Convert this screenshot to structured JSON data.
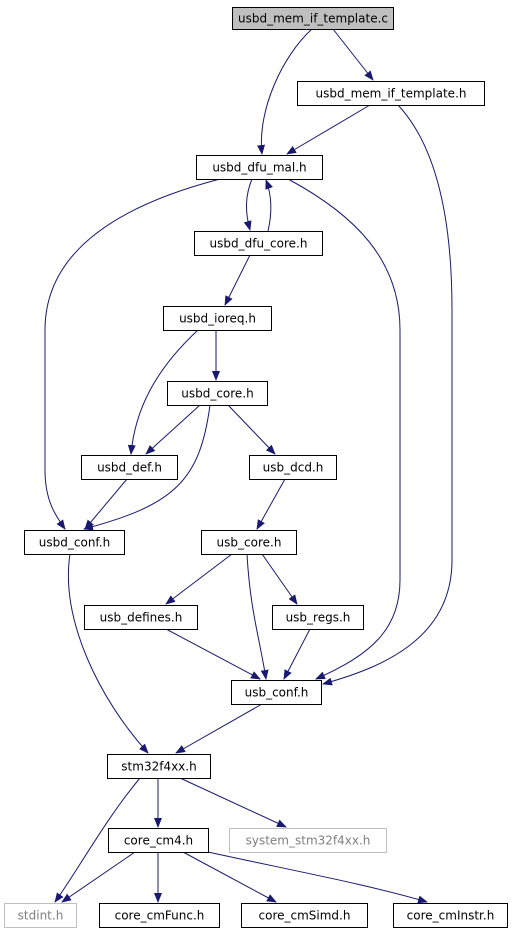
{
  "colors": {
    "edge": "#191970",
    "border": "#000000",
    "border_missing": "#bfbfbf",
    "text": "#000000",
    "text_missing": "#808080",
    "root_fill": "#bfbfbf",
    "fill": "#ffffff"
  },
  "nodes": [
    {
      "id": "usbd_mem_if_template_c",
      "label": "usbd_mem_if_template.c",
      "style": "root"
    },
    {
      "id": "usbd_mem_if_template_h",
      "label": "usbd_mem_if_template.h",
      "style": "normal"
    },
    {
      "id": "usbd_dfu_mal_h",
      "label": "usbd_dfu_mal.h",
      "style": "normal"
    },
    {
      "id": "usbd_dfu_core_h",
      "label": "usbd_dfu_core.h",
      "style": "normal"
    },
    {
      "id": "usbd_ioreq_h",
      "label": "usbd_ioreq.h",
      "style": "normal"
    },
    {
      "id": "usbd_core_h",
      "label": "usbd_core.h",
      "style": "normal"
    },
    {
      "id": "usbd_def_h",
      "label": "usbd_def.h",
      "style": "normal"
    },
    {
      "id": "usb_dcd_h",
      "label": "usb_dcd.h",
      "style": "normal"
    },
    {
      "id": "usbd_conf_h",
      "label": "usbd_conf.h",
      "style": "normal"
    },
    {
      "id": "usb_core_h",
      "label": "usb_core.h",
      "style": "normal"
    },
    {
      "id": "usb_defines_h",
      "label": "usb_defines.h",
      "style": "normal"
    },
    {
      "id": "usb_regs_h",
      "label": "usb_regs.h",
      "style": "normal"
    },
    {
      "id": "usb_conf_h",
      "label": "usb_conf.h",
      "style": "normal"
    },
    {
      "id": "stm32f4xx_h",
      "label": "stm32f4xx.h",
      "style": "normal"
    },
    {
      "id": "core_cm4_h",
      "label": "core_cm4.h",
      "style": "normal"
    },
    {
      "id": "system_stm32f4xx_h",
      "label": "system_stm32f4xx.h",
      "style": "missing"
    },
    {
      "id": "stdint_h",
      "label": "stdint.h",
      "style": "missing"
    },
    {
      "id": "core_cmFunc_h",
      "label": "core_cmFunc.h",
      "style": "normal"
    },
    {
      "id": "core_cmSimd_h",
      "label": "core_cmSimd.h",
      "style": "normal"
    },
    {
      "id": "core_cmInstr_h",
      "label": "core_cmInstr.h",
      "style": "normal"
    }
  ],
  "edges": [
    {
      "from": "usbd_mem_if_template_c",
      "to": "usbd_dfu_mal_h"
    },
    {
      "from": "usbd_mem_if_template_c",
      "to": "usbd_mem_if_template_h"
    },
    {
      "from": "usbd_mem_if_template_h",
      "to": "usbd_dfu_mal_h"
    },
    {
      "from": "usbd_mem_if_template_h",
      "to": "usb_conf_h"
    },
    {
      "from": "usbd_dfu_mal_h",
      "to": "usbd_dfu_core_h"
    },
    {
      "from": "usbd_dfu_core_h",
      "to": "usbd_dfu_mal_h"
    },
    {
      "from": "usbd_dfu_mal_h",
      "to": "usbd_conf_h"
    },
    {
      "from": "usbd_dfu_mal_h",
      "to": "usb_conf_h"
    },
    {
      "from": "usbd_dfu_core_h",
      "to": "usbd_ioreq_h"
    },
    {
      "from": "usbd_ioreq_h",
      "to": "usbd_core_h"
    },
    {
      "from": "usbd_ioreq_h",
      "to": "usbd_def_h"
    },
    {
      "from": "usbd_core_h",
      "to": "usbd_def_h"
    },
    {
      "from": "usbd_core_h",
      "to": "usbd_conf_h"
    },
    {
      "from": "usbd_core_h",
      "to": "usb_dcd_h"
    },
    {
      "from": "usbd_def_h",
      "to": "usbd_conf_h"
    },
    {
      "from": "usb_dcd_h",
      "to": "usb_core_h"
    },
    {
      "from": "usbd_conf_h",
      "to": "stm32f4xx_h"
    },
    {
      "from": "usb_core_h",
      "to": "usb_defines_h"
    },
    {
      "from": "usb_core_h",
      "to": "usb_conf_h"
    },
    {
      "from": "usb_core_h",
      "to": "usb_regs_h"
    },
    {
      "from": "usb_defines_h",
      "to": "usb_conf_h"
    },
    {
      "from": "usb_regs_h",
      "to": "usb_conf_h"
    },
    {
      "from": "usb_conf_h",
      "to": "stm32f4xx_h"
    },
    {
      "from": "stm32f4xx_h",
      "to": "core_cm4_h"
    },
    {
      "from": "stm32f4xx_h",
      "to": "system_stm32f4xx_h"
    },
    {
      "from": "stm32f4xx_h",
      "to": "stdint_h"
    },
    {
      "from": "core_cm4_h",
      "to": "stdint_h"
    },
    {
      "from": "core_cm4_h",
      "to": "core_cmFunc_h"
    },
    {
      "from": "core_cm4_h",
      "to": "core_cmSimd_h"
    },
    {
      "from": "core_cm4_h",
      "to": "core_cmInstr_h"
    }
  ]
}
